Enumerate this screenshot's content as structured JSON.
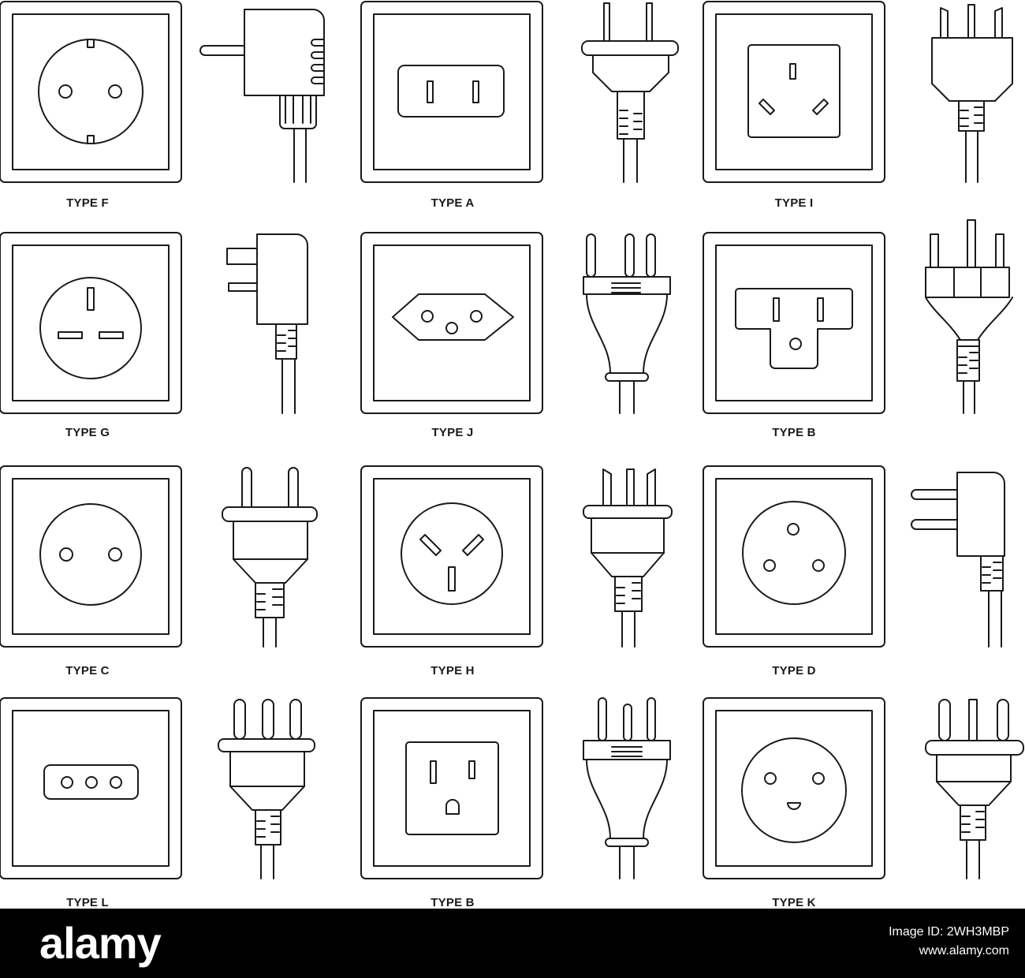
{
  "cells": [
    {
      "label": "TYPE F",
      "socket": "socket-type-f",
      "plug": "plug-type-f"
    },
    {
      "label": "TYPE A",
      "socket": "socket-type-a",
      "plug": "plug-type-a"
    },
    {
      "label": "TYPE I",
      "socket": "socket-type-i",
      "plug": "plug-type-i"
    },
    {
      "label": "TYPE G",
      "socket": "socket-type-g",
      "plug": "plug-type-g"
    },
    {
      "label": "TYPE J",
      "socket": "socket-type-j",
      "plug": "plug-type-j"
    },
    {
      "label": "TYPE B",
      "socket": "socket-type-b",
      "plug": "plug-type-b"
    },
    {
      "label": "TYPE C",
      "socket": "socket-type-c",
      "plug": "plug-type-c"
    },
    {
      "label": "TYPE H",
      "socket": "socket-type-h",
      "plug": "plug-type-h"
    },
    {
      "label": "TYPE D",
      "socket": "socket-type-d",
      "plug": "plug-type-d"
    },
    {
      "label": "TYPE L",
      "socket": "socket-type-l",
      "plug": "plug-type-l"
    },
    {
      "label": "TYPE B",
      "socket": "socket-type-b",
      "plug": "plug-type-b"
    },
    {
      "label": "TYPE K",
      "socket": "socket-type-k",
      "plug": "plug-type-k"
    }
  ],
  "colors": {
    "line": "#1a1a1a",
    "background": "#ffffff",
    "footer": "#000000"
  },
  "footer": {
    "logo": "alamy",
    "image_id": "Image ID: 2WH3MBP",
    "url": "www.alamy.com"
  }
}
